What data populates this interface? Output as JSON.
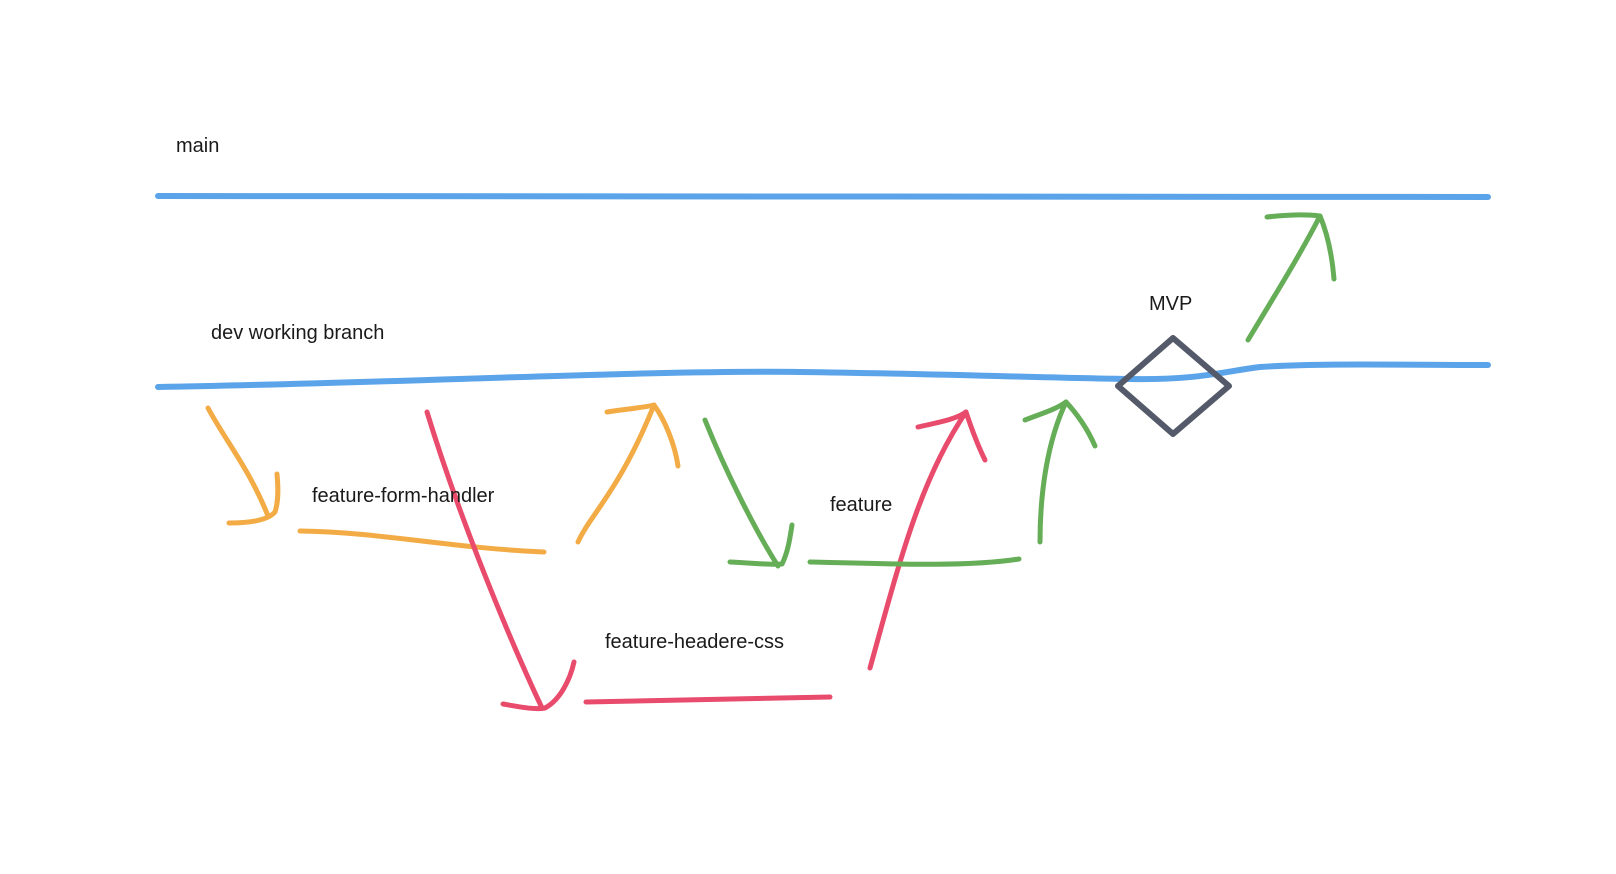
{
  "labels": {
    "main": "main",
    "dev": "dev working branch",
    "mvp": "MVP",
    "feature_form_handler": "feature-form-handler",
    "feature": "feature",
    "feature_header_css": "feature-headere-css"
  },
  "colors": {
    "main_branch": "#5ba4ea",
    "dev_branch": "#5ba4ea",
    "feature_form_handler": "#f2ab45",
    "feature": "#66ad58",
    "feature_header_css": "#e84b6b",
    "milestone": "#555a6a",
    "text": "#1a1a1a"
  }
}
